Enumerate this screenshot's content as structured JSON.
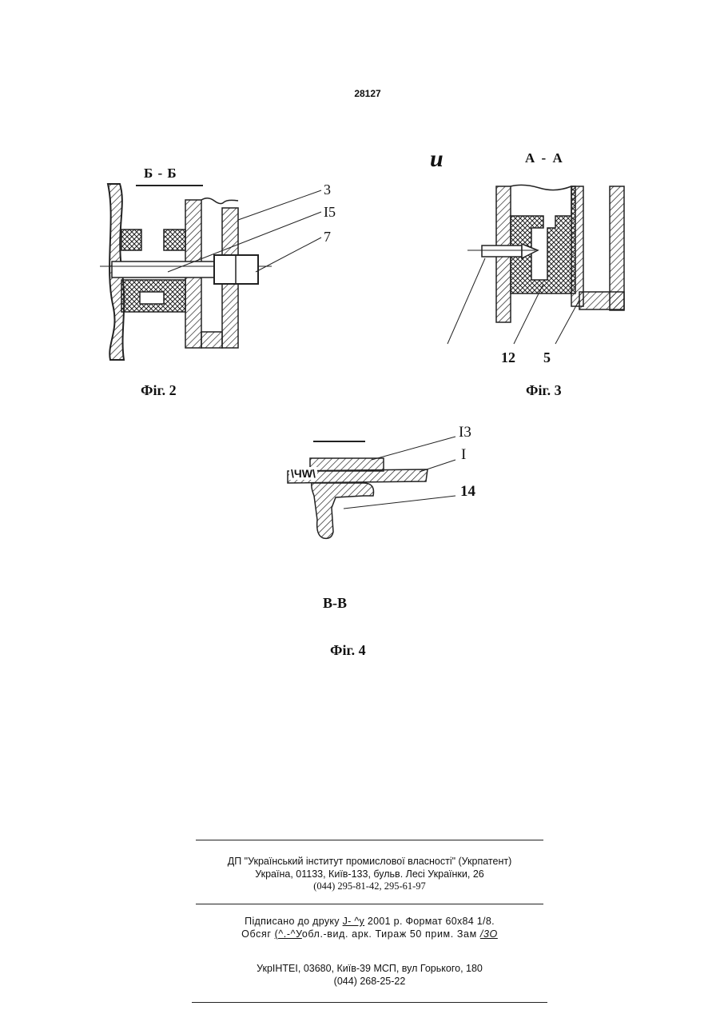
{
  "page_number": "28127",
  "fig2": {
    "section_label": "Б - Б",
    "callouts": [
      "3",
      "I5",
      "7"
    ],
    "caption": "Фіг. 2"
  },
  "fig3": {
    "stray_mark": "u",
    "section_label": "А - А",
    "callouts": [
      "12",
      "5"
    ],
    "caption": "Фіг. 3"
  },
  "fig4": {
    "callouts": [
      "I3",
      "I",
      "14"
    ],
    "inline_mark": "\\ЧW\\",
    "section_label": "В-В",
    "caption": "Фіг. 4"
  },
  "colophon": {
    "publisher_line1": "ДП \"Український інститут промислової власності\" (Укрпатент)",
    "publisher_line2": "Україна, 01133, Київ-133, бульв. Лесі Українки, 26",
    "publisher_line3": "(044) 295-81-42, 295-61-97",
    "print_line1": {
      "prefix": "Підписано до друку",
      "date_fill": "J- ^y",
      "rest": "2001 р. Формат 60x84 1/8."
    },
    "print_line2": {
      "prefix": "Обсяг",
      "volume_fill": "(^.-^У",
      "middle": "обл.-вид. арк. Тираж 50 прим. Зам",
      "order_fill": "/3O"
    },
    "printer_line1": "УкрІНТЕІ, 03680, Київ-39 МСП, вул Горького, 180",
    "printer_line2": "(044) 268-25-22"
  }
}
